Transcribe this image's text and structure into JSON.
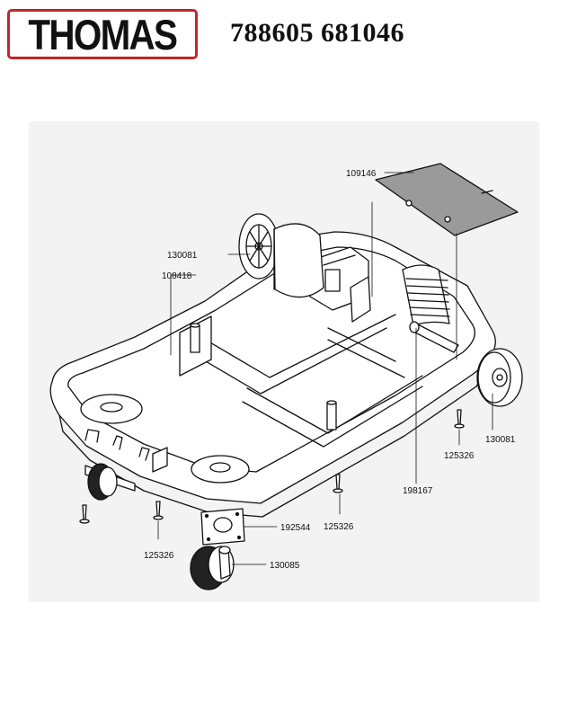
{
  "header": {
    "brand": "THOMAS",
    "document_numbers": "788605 681046"
  },
  "colors": {
    "brand_red": "#c0272d",
    "ink": "#111111",
    "panel_gray": "#f3f3f3",
    "part_fill": "#ffffff",
    "filter_fill": "#9a9a9a"
  },
  "parts": {
    "filter_pad": "109146",
    "rear_wheel_left": "130081",
    "chassis_base": "108418",
    "rear_wheel_right": "130081",
    "screw_right": "125326",
    "spring_rod": "198167",
    "castor_plate": "192544",
    "screw_center": "125326",
    "screw_left": "125326",
    "castor_wheel": "130085"
  }
}
